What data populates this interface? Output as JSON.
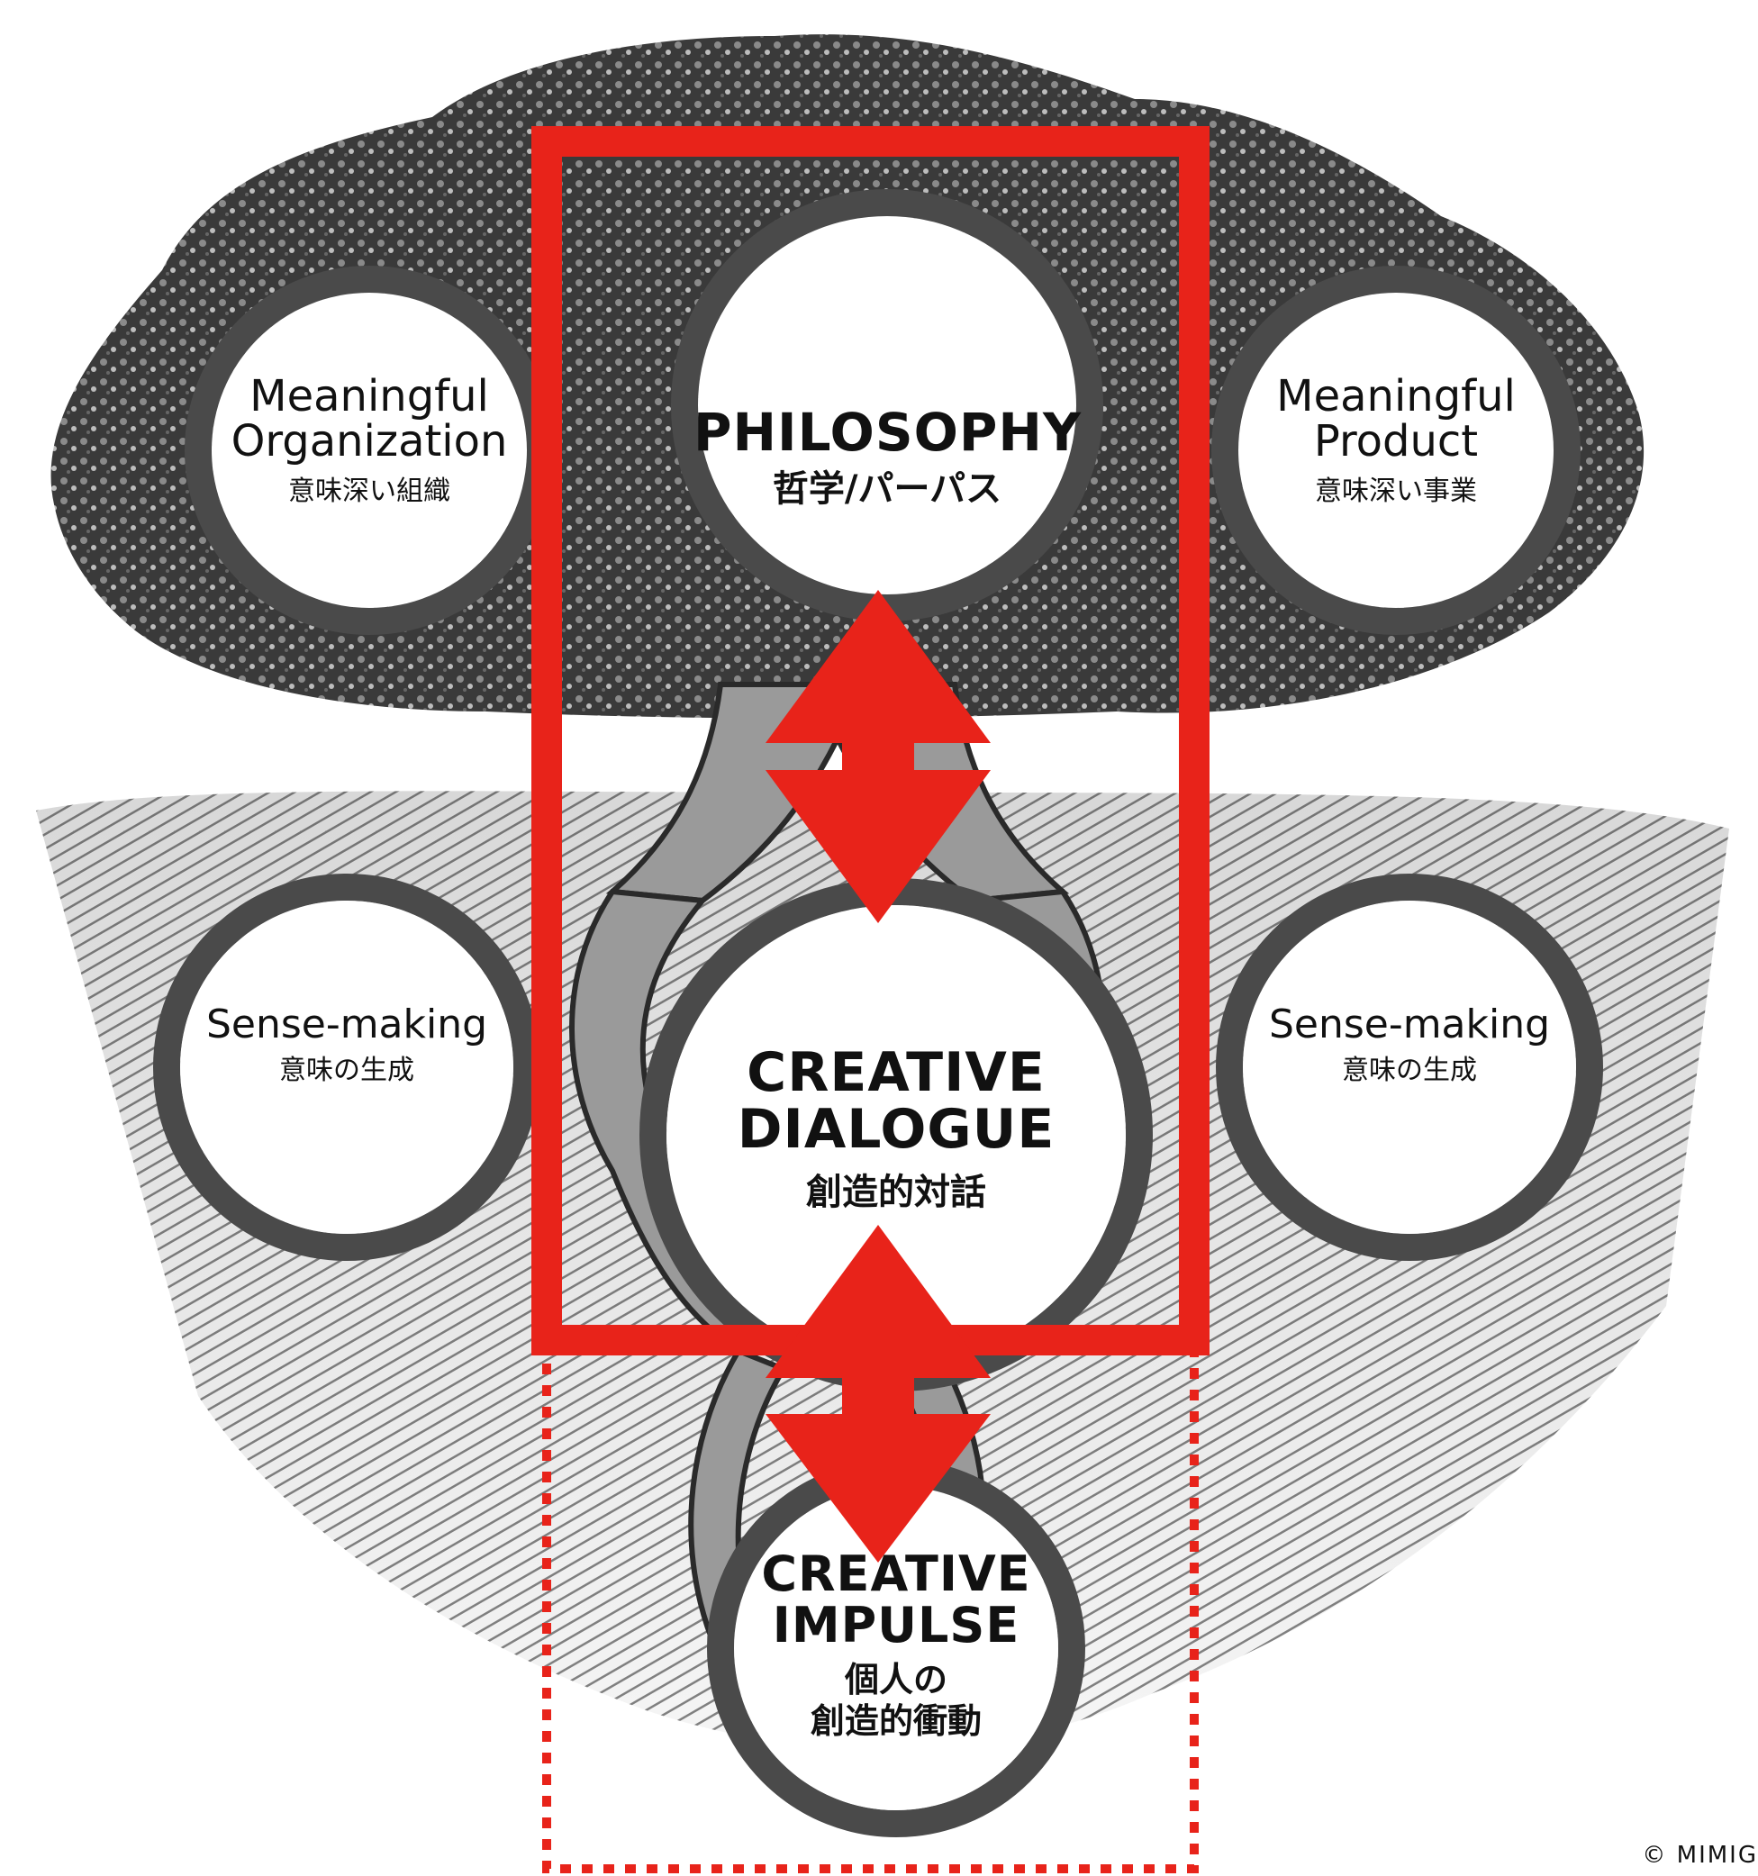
{
  "nodes": {
    "meaningful_org": {
      "en_line1": "Meaningful",
      "en_line2": "Organization",
      "jp": "意味深い組織"
    },
    "philosophy": {
      "en": "PHILOSOPHY",
      "jp": "哲学/パーパス"
    },
    "meaningful_product": {
      "en_line1": "Meaningful",
      "en_line2": "Product",
      "jp": "意味深い事業"
    },
    "sense_left": {
      "en": "Sense-making",
      "jp": "意味の生成"
    },
    "creative_dialogue": {
      "en_line1": "CREATIVE",
      "en_line2": "DIALOGUE",
      "jp": "創造的対話"
    },
    "sense_right": {
      "en": "Sense-making",
      "jp": "意味の生成"
    },
    "creative_impulse": {
      "en_line1": "CREATIVE",
      "en_line2": "IMPULSE",
      "jp_line1": "個人の",
      "jp_line2": "創造的衝動"
    }
  },
  "copyright": "© MIMIG",
  "colors": {
    "highlight": "#e8231a",
    "ink": "#111111",
    "branch": "#5a5a5a",
    "background": "#ffffff"
  }
}
